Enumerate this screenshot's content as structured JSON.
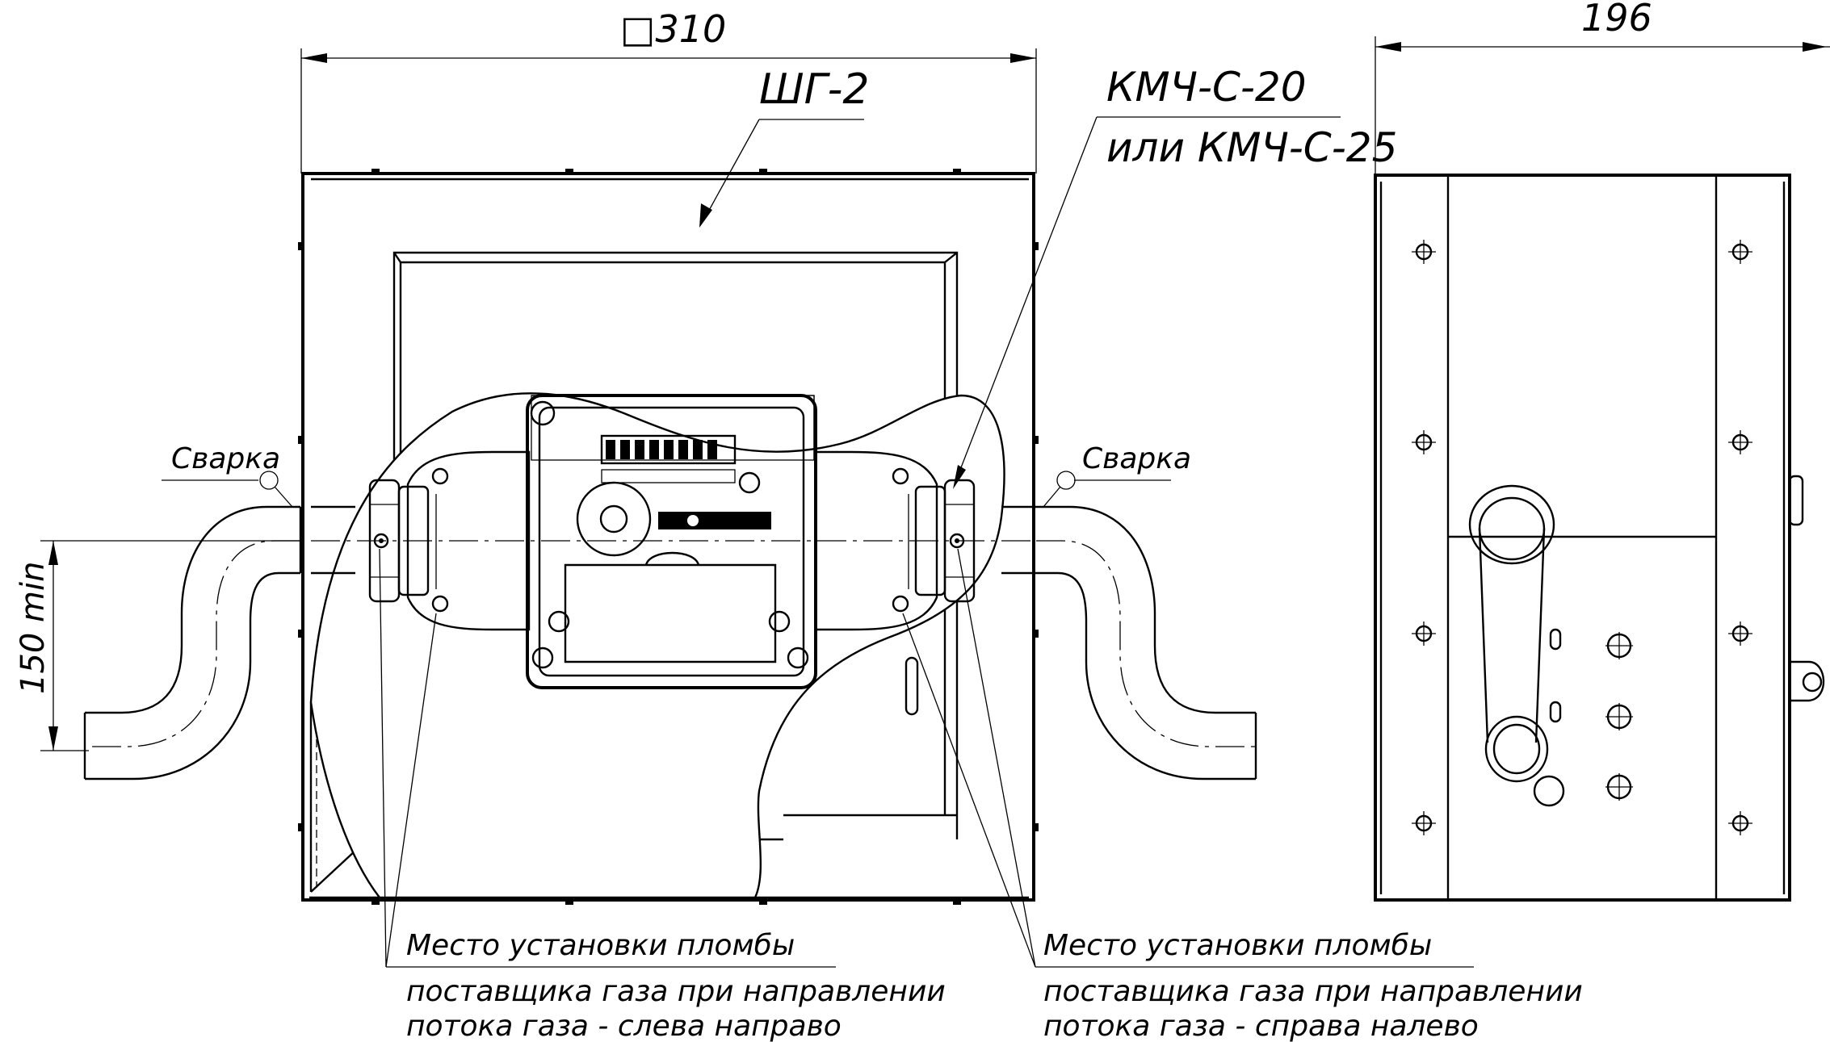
{
  "dimensions": {
    "width_label": "□310",
    "depth_label": "196",
    "height_label": "150 min"
  },
  "callouts": {
    "cabinet": "ШГ-2",
    "valve_line1": "КМЧ-С-20",
    "valve_line2": "или КМЧ-С-25",
    "weld_left": "Сварка",
    "weld_right": "Сварка"
  },
  "notes": {
    "left": {
      "line1": "Место установки пломбы",
      "line2": "поставщика газа при направлении",
      "line3": "потока газа - слева направо"
    },
    "right": {
      "line1": "Место установки пломбы",
      "line2": "поставщика газа при направлении",
      "line3": "потока газа - справа налево"
    }
  }
}
